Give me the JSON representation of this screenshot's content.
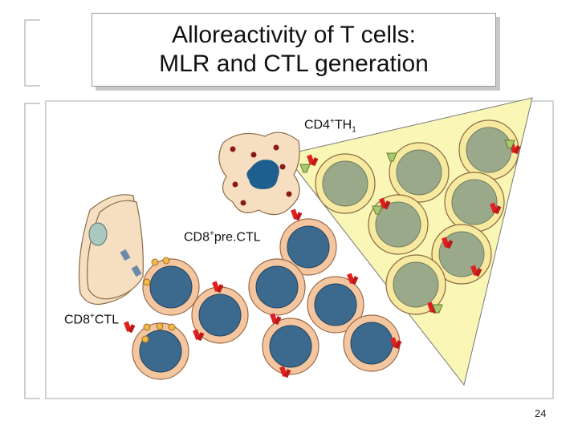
{
  "title": {
    "line1": "Alloreactivity of T cells:",
    "line2": "MLR and CTL generation"
  },
  "labels": {
    "th1": {
      "base": "CD4",
      "sup": "+",
      "mid": "TH",
      "sub": "1"
    },
    "prectl": {
      "base": "CD8",
      "sup": "+",
      "rest": "pre.CTL"
    },
    "ctl": {
      "base": "CD8",
      "sup": "+",
      "rest": "CTL"
    }
  },
  "page_number": "24",
  "colors": {
    "wedge": "#faf6b6",
    "th1_cell_outer": "#f7e9a0",
    "th1_nucleus": "#9aa98a",
    "ctl_cell_outer": "#f4c6a0",
    "ctl_nucleus": "#3c6a8e",
    "apc_body": "#f6dfc0",
    "apc_nucleus": "#1f5f8f",
    "receptor_red": "#e02020",
    "receptor_green": "#a8c870"
  },
  "icons": [
    "dendritic-cell-icon",
    "target-cell-icon",
    "t-cell-receptor-icon",
    "mhc-molecule-icon"
  ]
}
